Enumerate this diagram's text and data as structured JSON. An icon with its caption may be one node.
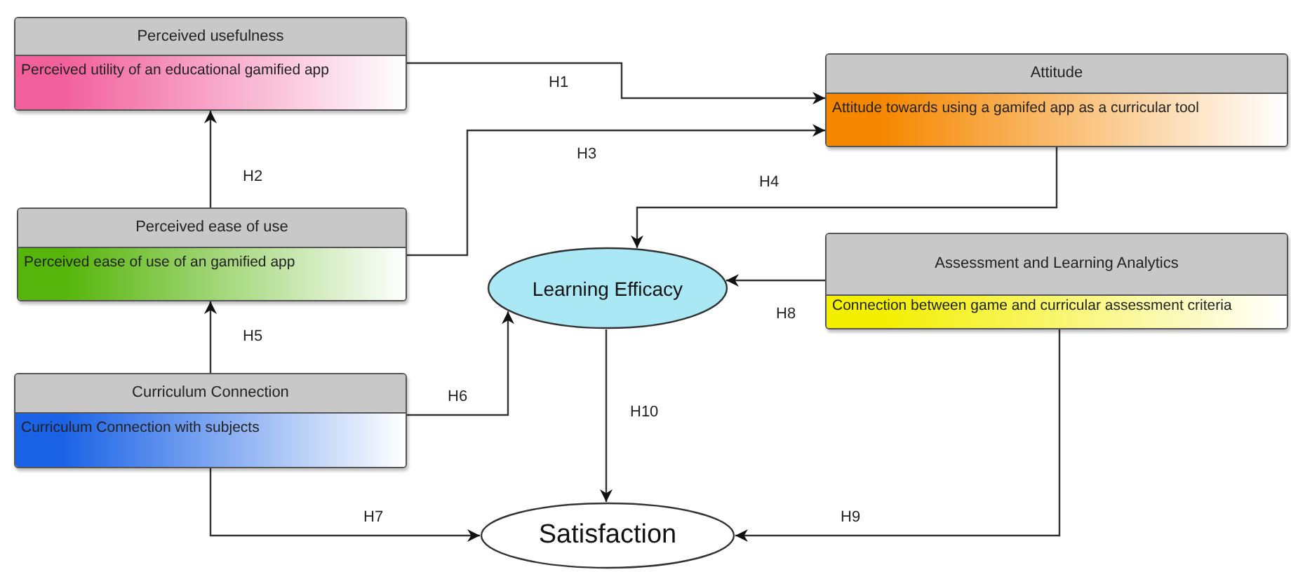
{
  "diagram": {
    "nodes": [
      {
        "text": [
          "Perceived usefulness",
          "Perceived utility of  an educational gamified app"
        ]
      },
      {
        "text": [
          "Attitude",
          "Attitude towards using a gamifed app as a curricular tool"
        ]
      },
      {
        "text": [
          "Perceived ease of use",
          "Perceived ease of use of an gamified app"
        ]
      },
      {
        "text": [
          "Assessment and Learning Analytics",
          "Connection between game and curricular assessment criteria"
        ]
      },
      {
        "text": [
          "Learning Efficacy"
        ]
      },
      {
        "text": [
          "Curriculum Connection",
          "Curriculum Connection with subjects"
        ]
      },
      {
        "text": [
          "Satisfaction"
        ]
      }
    ],
    "edges": [
      {
        "from": 0,
        "to": 1,
        "arrow": "to",
        "label": "H1"
      },
      {
        "from": 2,
        "to": 0,
        "arrow": "to",
        "label": "H2"
      },
      {
        "from": 2,
        "to": 1,
        "arrow": "to",
        "label": "H3"
      },
      {
        "from": 1,
        "to": 4,
        "arrow": "to",
        "label": "H4"
      },
      {
        "from": 5,
        "to": 2,
        "arrow": "to",
        "label": "H5"
      },
      {
        "from": 5,
        "to": 4,
        "arrow": "to",
        "label": "H6"
      },
      {
        "from": 5,
        "to": 6,
        "arrow": "to",
        "label": "H7"
      },
      {
        "from": 3,
        "to": 4,
        "arrow": "to",
        "label": "H8"
      },
      {
        "from": 3,
        "to": 6,
        "arrow": "to",
        "label": "H9"
      },
      {
        "from": 4,
        "to": 6,
        "arrow": "to",
        "label": "H10"
      }
    ]
  }
}
